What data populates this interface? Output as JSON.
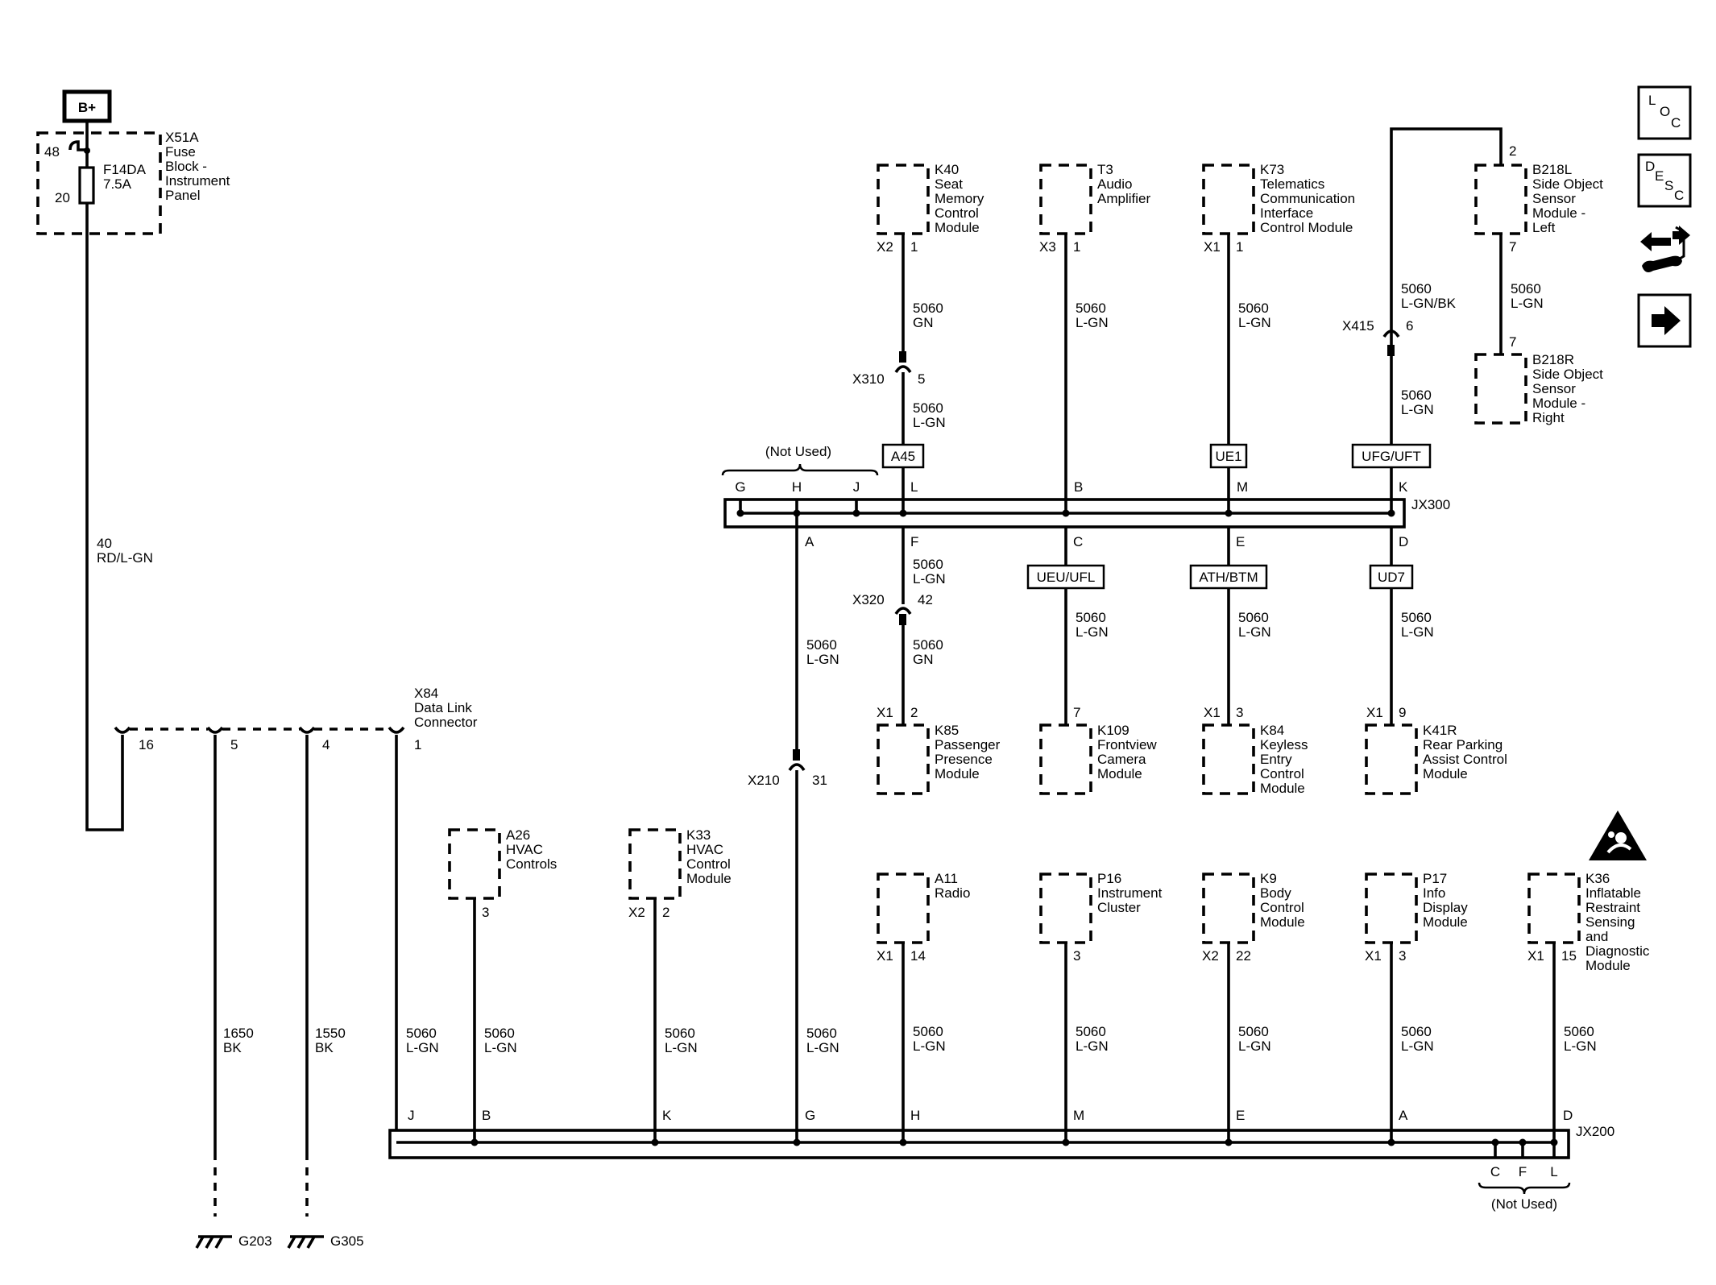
{
  "power": {
    "label": "B+"
  },
  "fuse_block": {
    "id": "X51A",
    "name_lines": [
      "Fuse",
      "Block -",
      "Instrument",
      "Panel"
    ],
    "fuse_id": "F14DA",
    "fuse_rating": "7.5A",
    "pin_top": "48",
    "pin_bottom": "20"
  },
  "supply_wire": {
    "circuit": "40",
    "color": "RD/L-GN"
  },
  "dlc": {
    "id": "X84",
    "name_lines": [
      "Data Link",
      "Connector"
    ],
    "pins": [
      "16",
      "5",
      "4",
      "1"
    ]
  },
  "grounds": [
    {
      "circuit": "1650",
      "color": "BK",
      "id": "G203"
    },
    {
      "circuit": "1550",
      "color": "BK",
      "id": "G305"
    }
  ],
  "upper_modules": [
    {
      "id": "K40",
      "name_lines": [
        "Seat",
        "Memory",
        "Control",
        "Module"
      ],
      "connector": "X2",
      "pin": "1",
      "wire_top": [
        "5060",
        "GN"
      ],
      "inline_connector": "X310",
      "inline_pin": "5",
      "wire_bottom": [
        "5060",
        "L-GN"
      ],
      "option": "A45",
      "splice_pin": "L"
    },
    {
      "id": "T3",
      "name_lines": [
        "Audio",
        "Amplifier"
      ],
      "connector": "X3",
      "pin": "1",
      "wire_top": [
        "5060",
        "L-GN"
      ],
      "splice_pin": "B"
    },
    {
      "id": "K73",
      "name_lines": [
        "Telematics",
        "Communication",
        "Interface",
        "Control Module"
      ],
      "connector": "X1",
      "pin": "1",
      "wire_top": [
        "5060",
        "L-GN"
      ],
      "option": "UE1",
      "splice_pin": "M"
    },
    {
      "id": "B218L",
      "name_lines": [
        "Side Object",
        "Sensor",
        "Module -",
        "Left"
      ],
      "pin_top": "2",
      "pin_bottom": "7",
      "wire_top": [
        "5060",
        "L-GN/BK"
      ],
      "inline_connector": "X415",
      "inline_pin": "6",
      "wire_bottom": [
        "5060",
        "L-GN"
      ],
      "option": "UFG/UFT",
      "splice_pin": "K"
    },
    {
      "id": "B218R",
      "name_lines": [
        "Side Object",
        "Sensor",
        "Module -",
        "Right"
      ],
      "pin": "7",
      "wire": [
        "5060",
        "L-GN"
      ]
    }
  ],
  "splice_upper": {
    "id": "JX300",
    "not_used_label": "(Not Used)",
    "not_used_pins": [
      "G",
      "H",
      "J"
    ],
    "bottom_pins": [
      "A",
      "F",
      "C",
      "E",
      "D"
    ]
  },
  "mid_modules": [
    {
      "id": "K85",
      "name_lines": [
        "Passenger",
        "Presence",
        "Module"
      ],
      "connector": "X1",
      "pin": "2",
      "wire_top": [
        "5060",
        "L-GN"
      ],
      "inline_connector": "X320",
      "inline_pin": "42",
      "wire_bottom": [
        "5060",
        "GN"
      ]
    },
    {
      "id": "K109",
      "name_lines": [
        "Frontview",
        "Camera",
        "Module"
      ],
      "pin": "7",
      "option": "UEU/UFL",
      "wire": [
        "5060",
        "L-GN"
      ]
    },
    {
      "id": "K84",
      "name_lines": [
        "Keyless",
        "Entry",
        "Control",
        "Module"
      ],
      "connector": "X1",
      "pin": "3",
      "option": "ATH/BTM",
      "wire": [
        "5060",
        "L-GN"
      ]
    },
    {
      "id": "K41R",
      "name_lines": [
        "Rear Parking",
        "Assist Control",
        "Module"
      ],
      "connector": "X1",
      "pin": "9",
      "option": "UD7",
      "wire": [
        "5060",
        "L-GN"
      ]
    }
  ],
  "trunk_wire": {
    "circuit": "5060",
    "color": "L-GN",
    "inline_connector": "X210",
    "inline_pin": "31",
    "lower_wire": [
      "5060",
      "L-GN"
    ]
  },
  "lower_modules": [
    {
      "id": "A26",
      "name_lines": [
        "HVAC",
        "Controls"
      ],
      "pin": "3",
      "wire": [
        "5060",
        "L-GN"
      ],
      "splice_pin": "B"
    },
    {
      "id": "K33",
      "name_lines": [
        "HVAC",
        "Control",
        "Module"
      ],
      "connector": "X2",
      "pin": "2",
      "wire": [
        "5060",
        "L-GN"
      ],
      "splice_pin": "K"
    },
    {
      "id": "A11",
      "name_lines": [
        "Radio"
      ],
      "connector": "X1",
      "pin": "14",
      "wire": [
        "5060",
        "L-GN"
      ],
      "splice_pin": "H"
    },
    {
      "id": "P16",
      "name_lines": [
        "Instrument",
        "Cluster"
      ],
      "pin": "3",
      "wire": [
        "5060",
        "L-GN"
      ],
      "splice_pin": "M"
    },
    {
      "id": "K9",
      "name_lines": [
        "Body",
        "Control",
        "Module"
      ],
      "connector": "X2",
      "pin": "22",
      "wire": [
        "5060",
        "L-GN"
      ],
      "splice_pin": "E"
    },
    {
      "id": "P17",
      "name_lines": [
        "Info",
        "Display",
        "Module"
      ],
      "connector": "X1",
      "pin": "3",
      "wire": [
        "5060",
        "L-GN"
      ],
      "splice_pin": "A"
    },
    {
      "id": "K36",
      "name_lines": [
        "Inflatable",
        "Restraint",
        "Sensing",
        "and",
        "Diagnostic",
        "Module"
      ],
      "connector": "X1",
      "pin": "15",
      "wire": [
        "5060",
        "L-GN"
      ],
      "splice_pin": "D"
    }
  ],
  "dlc_wire": {
    "circuit": "5060",
    "color": "L-GN",
    "splice_pin": "J"
  },
  "splice_lower": {
    "id": "JX200",
    "not_used_label": "(Not Used)",
    "not_used_pins": [
      "C",
      "F",
      "L"
    ]
  },
  "side_buttons": [
    {
      "name": "loc-button",
      "letters": [
        "L",
        "O",
        "C"
      ]
    },
    {
      "name": "desc-button",
      "letters": [
        "D",
        "E",
        "S",
        "C"
      ]
    },
    {
      "name": "connector-repair-button",
      "icon": "connector-wrench-icon"
    },
    {
      "name": "next-button",
      "icon": "arrow-right-icon"
    }
  ]
}
